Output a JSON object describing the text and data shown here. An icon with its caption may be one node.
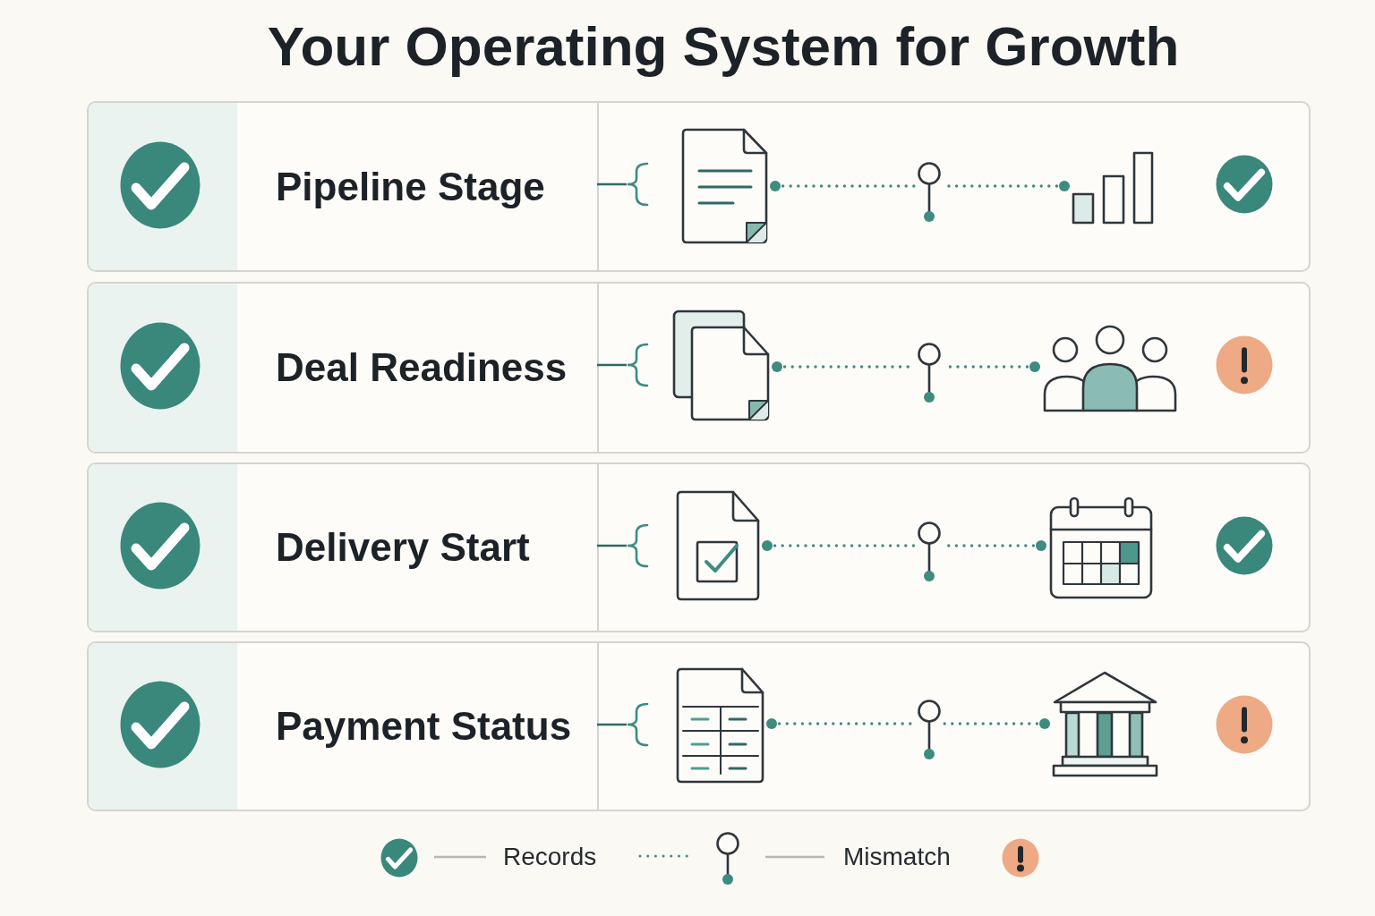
{
  "diagram": {
    "title": "Your Operating System for Growth",
    "nodes": [
      {
        "text": [
          "Pipeline Stage"
        ]
      },
      {
        "text": [],
        "shape": "picture",
        "in": 0
      },
      {
        "text": [],
        "shape": "pin",
        "in": 0
      },
      {
        "text": [],
        "shape": "picture",
        "in": 0
      },
      {
        "text": [
          "Deal Readiness"
        ]
      },
      {
        "text": [],
        "shape": "picture",
        "in": 4
      },
      {
        "text": [],
        "shape": "pin",
        "in": 4
      },
      {
        "text": [],
        "shape": "picture",
        "in": 4
      },
      {
        "text": [
          "Delivery Start"
        ]
      },
      {
        "text": [],
        "shape": "picture",
        "in": 8
      },
      {
        "text": [],
        "shape": "pin",
        "in": 8
      },
      {
        "text": [],
        "shape": "picture",
        "in": 8
      },
      {
        "text": [
          "Payment Status"
        ]
      },
      {
        "text": [],
        "shape": "picture",
        "in": 12
      },
      {
        "text": [],
        "shape": "pin",
        "in": 12
      },
      {
        "text": [],
        "shape": "picture",
        "in": 12
      }
    ],
    "edges": [
      {
        "from": 1,
        "to": 2,
        "arrow": "other",
        "style": "dashed"
      },
      {
        "from": 3,
        "to": 2,
        "arrow": "other",
        "style": "dashed"
      },
      {
        "from": 5,
        "to": 6,
        "arrow": "other",
        "style": "dashed"
      },
      {
        "from": 7,
        "to": 6,
        "arrow": "other",
        "style": "dashed"
      },
      {
        "from": 9,
        "to": 10,
        "arrow": "other",
        "style": "dashed"
      },
      {
        "from": 11,
        "to": 10,
        "arrow": "other",
        "style": "dashed"
      },
      {
        "from": 13,
        "to": 14,
        "arrow": "other",
        "style": "dashed"
      },
      {
        "from": 15,
        "to": 14,
        "arrow": "other",
        "style": "dashed"
      }
    ],
    "legend": [
      {
        "text": "Records"
      },
      {
        "text": "Mismatch"
      }
    ]
  }
}
